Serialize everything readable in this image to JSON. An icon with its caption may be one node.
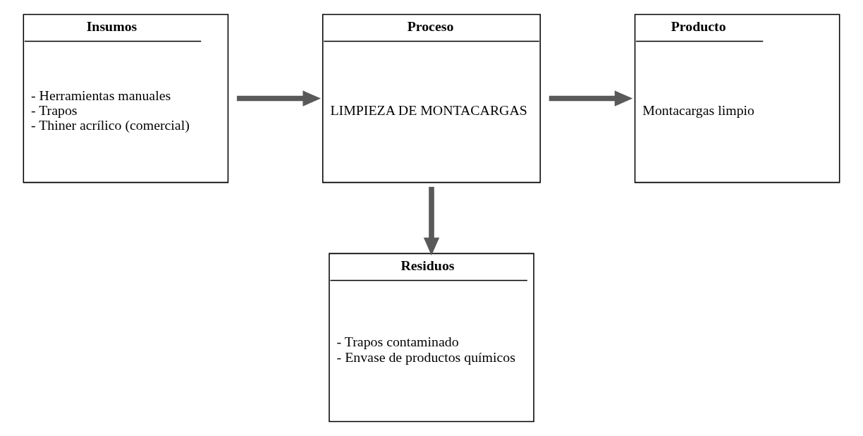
{
  "diagram": {
    "nodes": [
      {
        "text": [
          "Insumos",
          "- Herramientas manuales",
          "- Trapos",
          "- Thiner acrílico (comercial)"
        ]
      },
      {
        "text": [
          "Proceso",
          "LIMPIEZA DE MONTACARGAS"
        ]
      },
      {
        "text": [
          "Producto",
          "Montacargas limpio"
        ]
      },
      {
        "text": [
          "Residuos",
          "- Trapos contaminado",
          "- Envase de productos químicos"
        ]
      }
    ],
    "edges": [
      {
        "from": 0,
        "to": 1,
        "arrow": "to"
      },
      {
        "from": 1,
        "to": 2,
        "arrow": "to"
      },
      {
        "from": 1,
        "to": 3,
        "arrow": "to"
      }
    ]
  }
}
